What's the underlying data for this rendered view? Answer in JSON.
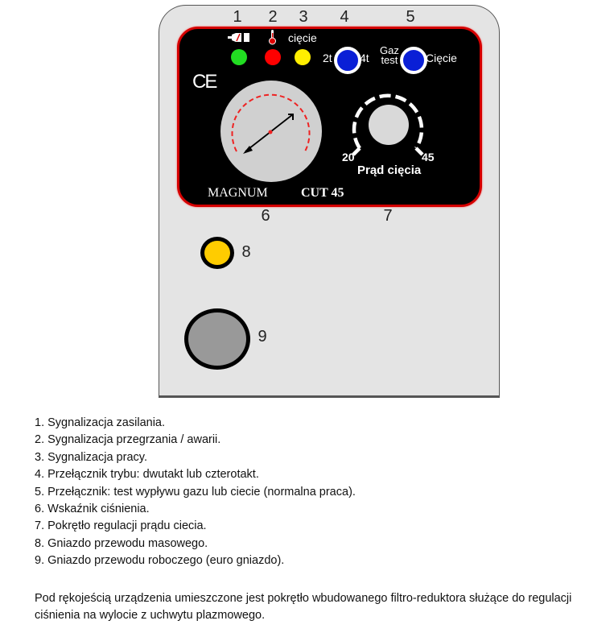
{
  "panel": {
    "numbers": [
      "1",
      "2",
      "3",
      "4",
      "5",
      "6",
      "7",
      "8",
      "9"
    ],
    "led_label_3": "cięcie",
    "switch4": {
      "left": "2t",
      "right": "4t"
    },
    "switch5": {
      "left_line1": "Gaz",
      "left_line2": "test",
      "right": "Cięcie"
    },
    "ce_mark": "CE",
    "brand": "MAGNUM",
    "model": "CUT 45",
    "knob": {
      "min": "20",
      "max": "45",
      "label": "Prąd cięcia"
    },
    "colors": {
      "led1": "#22dd22",
      "led2": "#ff0000",
      "led3": "#ffee00",
      "switch": "#0a1fd6",
      "socket8": "#ffcc00",
      "socket9": "#999999",
      "panel_border": "#d40000"
    },
    "icons": [
      "plug-icon",
      "thermometer-icon",
      "pressure-gauge-icon"
    ]
  },
  "legend": [
    "1. Sygnalizacja zasilania.",
    "2. Sygnalizacja przegrzania / awarii.",
    "3. Sygnalizacja pracy.",
    "4. Przełącznik trybu: dwutakt lub czterotakt.",
    "5. Przełącznik: test wypływu gazu lub ciecie (normalna praca).",
    "6. Wskaźnik ciśnienia.",
    "7. Pokrętło regulacji prądu ciecia.",
    "8. Gniazdo przewodu masowego.",
    "9. Gniazdo przewodu roboczego (euro gniazdo)."
  ],
  "note": "Pod rękojeścią urządzenia umieszczone jest pokrętło wbudowanego filtro-reduktora służące do regulacji ciśnienia na wylocie z uchwytu plazmowego."
}
